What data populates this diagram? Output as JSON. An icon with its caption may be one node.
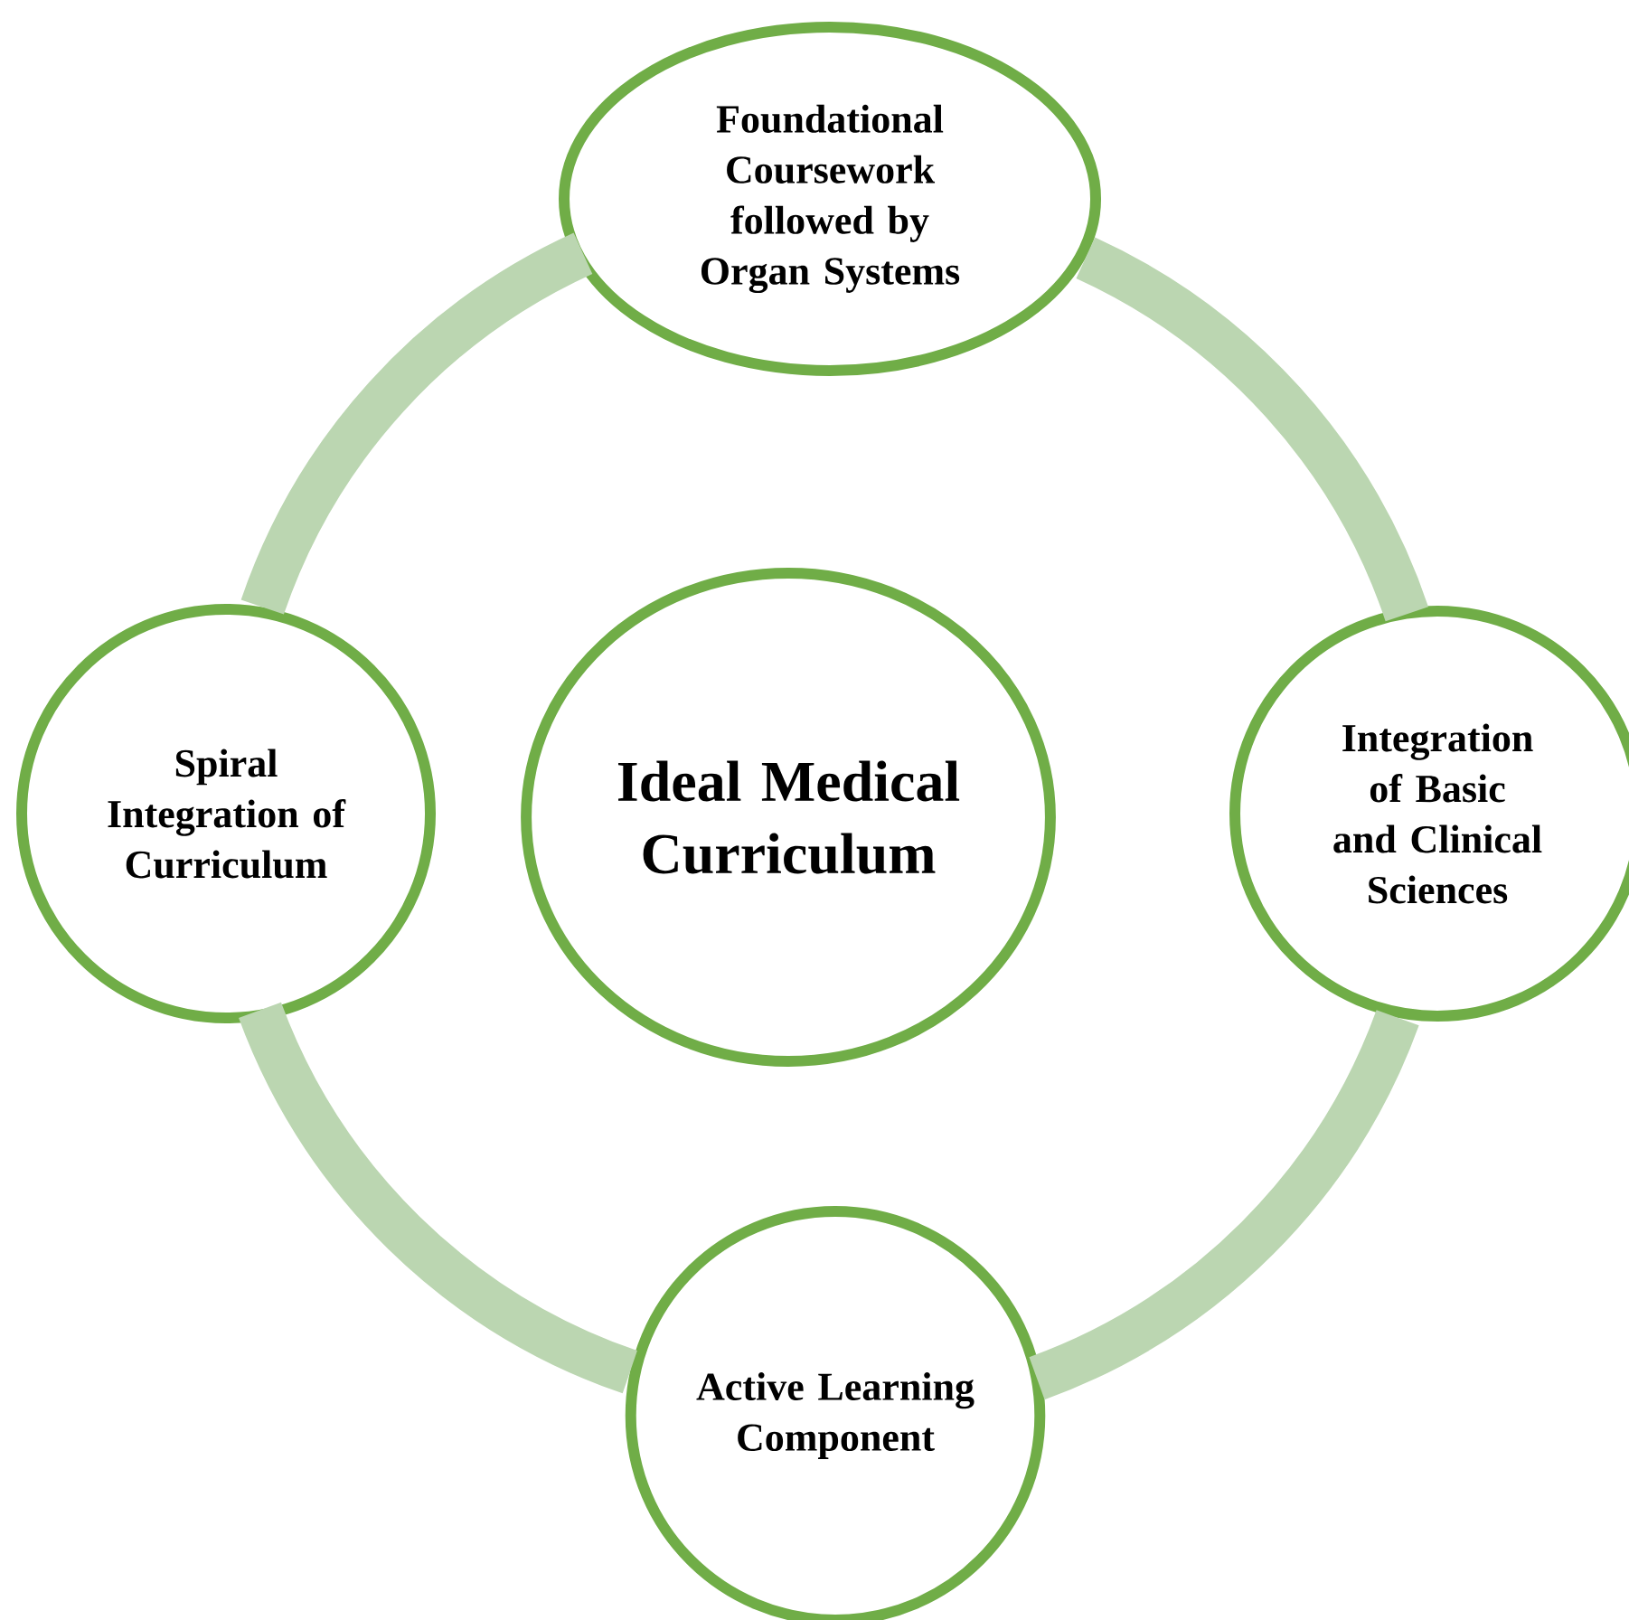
{
  "diagram": {
    "nodes": [
      {
        "text": [
          "Foundational Coursework followed by Organ Systems"
        ]
      },
      {
        "text": [
          "Spiral Integration of Curriculum"
        ]
      },
      {
        "text": [
          "Ideal Medical Curriculum"
        ]
      },
      {
        "text": [
          "Integration of Basic and Clinical Sciences"
        ]
      },
      {
        "text": [
          "Active Learning Component"
        ]
      }
    ],
    "edges": [
      {
        "from": 0,
        "to": 3,
        "arrow": "none"
      },
      {
        "from": 3,
        "to": 4,
        "arrow": "none"
      },
      {
        "from": 4,
        "to": 1,
        "arrow": "none"
      },
      {
        "from": 1,
        "to": 0,
        "arrow": "none"
      }
    ]
  }
}
